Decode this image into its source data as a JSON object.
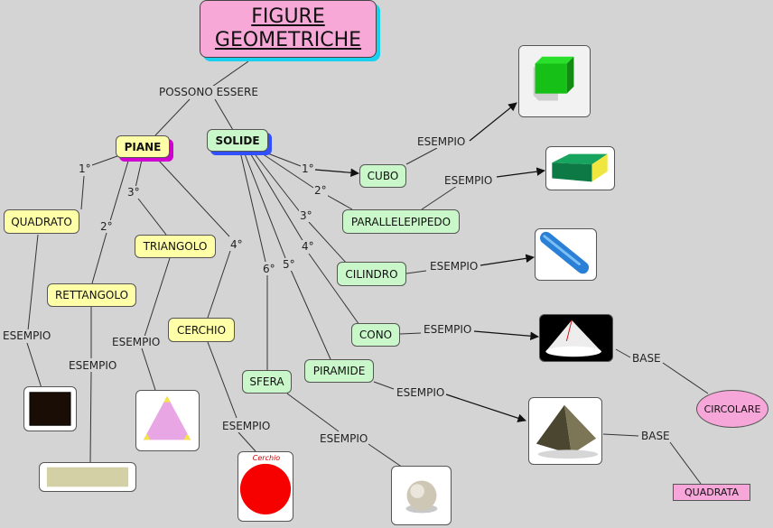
{
  "title": {
    "line1": "FIGURE",
    "line2": "GEOMETRICHE"
  },
  "nodes": {
    "piane": "PIANE",
    "solide": "SOLIDE",
    "quadrato": "QUADRATO",
    "rettangolo": "RETTANGOLO",
    "triangolo": "TRIANGOLO",
    "cerchio": "CERCHIO",
    "cubo": "CUBO",
    "parallelepipedo": "PARALLELEPIPEDO",
    "cilindro": "CILINDRO",
    "cono": "CONO",
    "piramide": "PIRAMIDE",
    "sfera": "SFERA",
    "circolare": "CIRCOLARE",
    "quadrata": "QUADRATA"
  },
  "labels": {
    "possono_essere": "POSSONO ESSERE",
    "esempio": "ESEMPIO",
    "base": "BASE",
    "o1": "1°",
    "o2": "2°",
    "o3": "3°",
    "o4": "4°",
    "o5": "5°",
    "o6": "6°"
  },
  "images": {
    "cerchio_caption": "Cerchio"
  },
  "colors": {
    "background": "#d4d4d4",
    "plane_nodes": "#ffffa8",
    "solid_nodes": "#c9f7c9",
    "title_fill": "#f7a8d6",
    "title_shadow": "#18d0f0"
  }
}
